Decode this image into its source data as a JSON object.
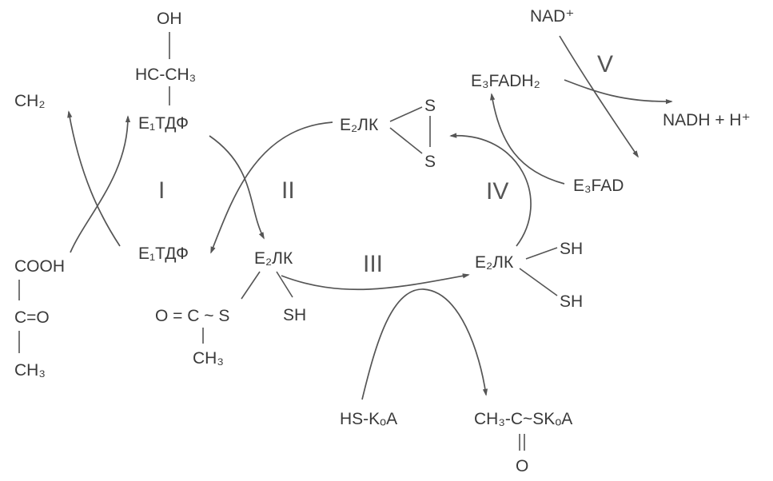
{
  "colors": {
    "ink": "#3a3a3a",
    "line": "#555555",
    "background": "#ffffff"
  },
  "labels": {
    "oh": "OH",
    "hc_ch3": "HC-CH₃",
    "e1tdf_top": "E₁ТДФ",
    "ch2": "CH₂",
    "e1tdf_bottom": "E₁ТДФ",
    "cooh": "COOH",
    "c_eq_o": "C=O",
    "ch3_left": "CH₃",
    "e2lk_center": "E₂ЛК",
    "acyl_s": "O = C ~ S",
    "sh_center": "SH",
    "ch3_center": "CH₃",
    "e2lk_top": "E₂ЛК",
    "s_top": "S",
    "s_bottom": "S",
    "e2lk_right": "E₂ЛК",
    "sh_right_top": "SH",
    "sh_right_bottom": "SH",
    "nad": "NAD⁺",
    "nadh": "NADH + H⁺",
    "e3fadh2": "E₃FADH₂",
    "e3fad": "E₃FAD",
    "hs_koa": "HS-KₒA",
    "acetyl_koa": "CH₃-C~SKₒA",
    "acetyl_o": "O"
  },
  "stages": {
    "i": "I",
    "ii": "II",
    "iii": "III",
    "iv": "IV",
    "v": "V"
  }
}
